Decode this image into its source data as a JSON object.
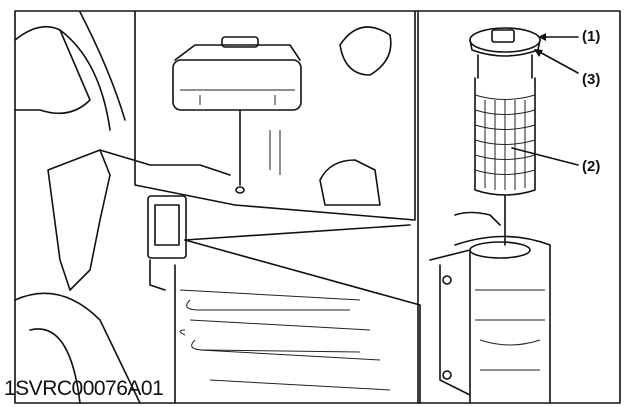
{
  "figure": {
    "code": "1SVRC00076A01",
    "callouts": [
      {
        "label": "(1)"
      },
      {
        "label": "(3)"
      },
      {
        "label": "(2)"
      }
    ]
  }
}
